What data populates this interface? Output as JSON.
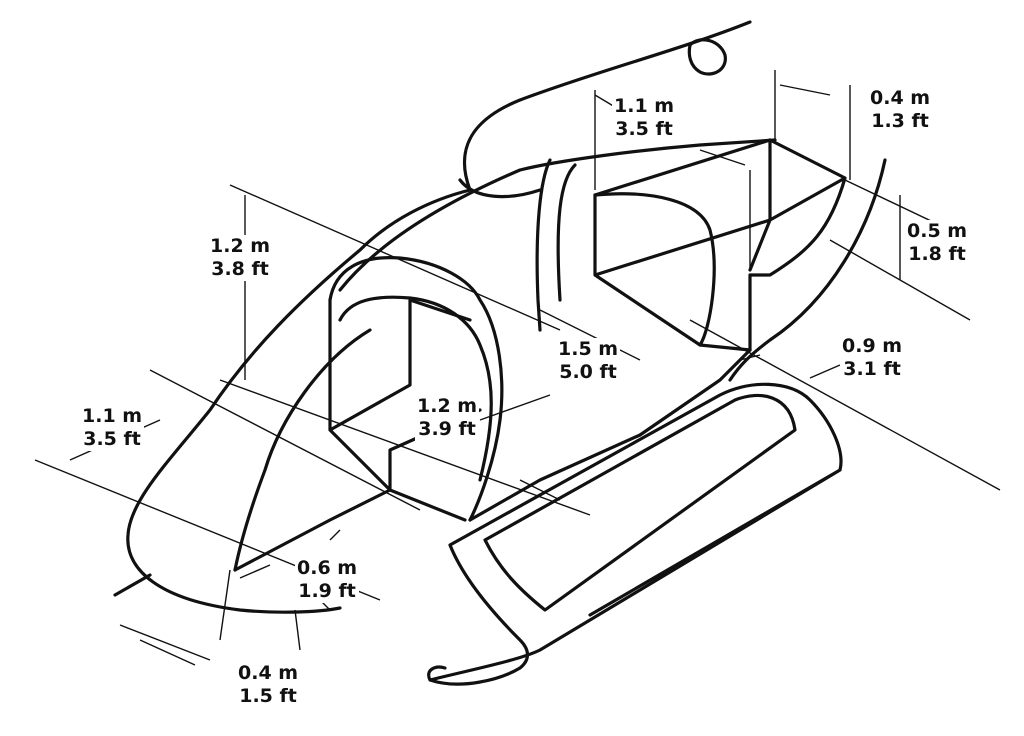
{
  "title": "Helicopter cabin interior dimensions",
  "colors": {
    "line": "#111111",
    "background": "#ffffff"
  },
  "dimensions": [
    {
      "id": "rear-compartment-length",
      "metric": "1.1 m",
      "imperial": "3.5 ft"
    },
    {
      "id": "baggage-width",
      "metric": "0.4 m",
      "imperial": "1.3 ft"
    },
    {
      "id": "baggage-height",
      "metric": "0.5 m",
      "imperial": "1.8 ft"
    },
    {
      "id": "cabin-height",
      "metric": "1.2 m",
      "imperial": "3.8 ft"
    },
    {
      "id": "door-offset",
      "metric": "0.9 m",
      "imperial": "3.1 ft"
    },
    {
      "id": "cabin-width",
      "metric": "1.5 m",
      "imperial": "5.0 ft"
    },
    {
      "id": "door-height",
      "metric": "1.2 m",
      "imperial": "3.9 ft"
    },
    {
      "id": "front-compartment-length",
      "metric": "1.1 m",
      "imperial": "3.5 ft"
    },
    {
      "id": "seat-depth",
      "metric": "0.6 m",
      "imperial": "1.9 ft"
    },
    {
      "id": "nose-depth",
      "metric": "0.4 m",
      "imperial": "1.5 ft"
    }
  ]
}
